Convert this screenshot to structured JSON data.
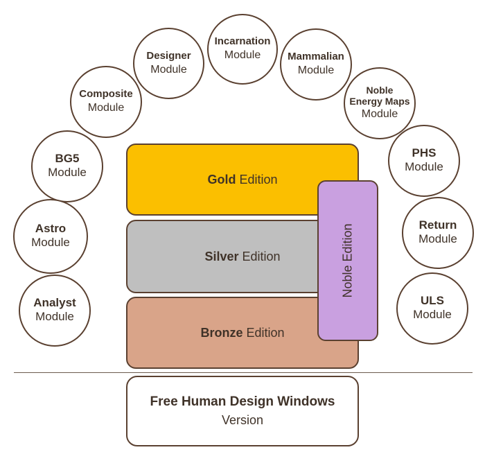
{
  "modules": [
    {
      "id": "incarnation",
      "name": "Incarnation",
      "sub": "Module"
    },
    {
      "id": "designer",
      "name": "Designer",
      "sub": "Module"
    },
    {
      "id": "mammalian",
      "name": "Mammalian",
      "sub": "Module"
    },
    {
      "id": "composite",
      "name": "Composite",
      "sub": "Module"
    },
    {
      "id": "noble-energy-maps",
      "name_line1": "Noble",
      "name_line2": "Energy Maps",
      "sub": "Module"
    },
    {
      "id": "bg5",
      "name": "BG5",
      "sub": "Module"
    },
    {
      "id": "phs",
      "name": "PHS",
      "sub": "Module"
    },
    {
      "id": "astro",
      "name": "Astro",
      "sub": "Module"
    },
    {
      "id": "return",
      "name": "Return",
      "sub": "Module"
    },
    {
      "id": "analyst",
      "name": "Analyst",
      "sub": "Module"
    },
    {
      "id": "uls",
      "name": "ULS",
      "sub": "Module"
    }
  ],
  "editions": {
    "gold": {
      "bold": "Gold",
      "rest": " Edition",
      "color": "#fbbf00"
    },
    "silver": {
      "bold": "Silver",
      "rest": " Edition",
      "color": "#bfbfbf"
    },
    "bronze": {
      "bold": "Bronze",
      "rest": " Edition",
      "color": "#d9a489"
    },
    "noble": {
      "label": "Noble Edition",
      "color": "#c9a0e0"
    }
  },
  "free": {
    "line1": "Free Human Design Windows",
    "line2": "Version"
  }
}
